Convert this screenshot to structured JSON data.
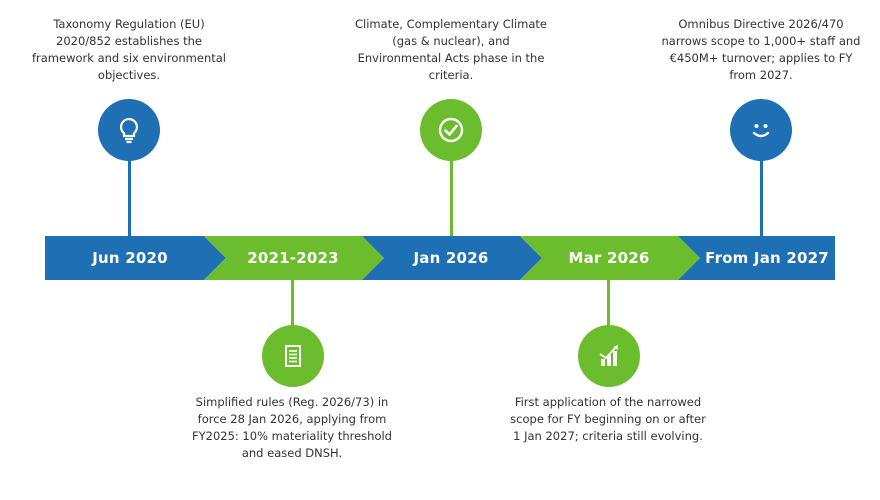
{
  "colors": {
    "blue": "#1f6fb5",
    "green": "#6cbd2e"
  },
  "milestones": [
    {
      "label": "Jun 2020",
      "position": "top",
      "icon": "lightbulb-icon",
      "text": "Taxonomy Regulation (EU) 2020/852 establishes the framework and six environmental objectives."
    },
    {
      "label": "2021-2023",
      "position": "bottom",
      "icon": "document-icon",
      "text": "Simplified rules (Reg. 2026/73) in force 28 Jan 2026, applying from FY2025: 10% materiality threshold and eased DNSH."
    },
    {
      "label": "Jan 2026",
      "position": "top",
      "icon": "checkmark-icon",
      "text": "Climate, Complementary Climate (gas & nuclear), and Environmental Acts phase in the criteria."
    },
    {
      "label": "Mar 2026",
      "position": "bottom",
      "icon": "growth-chart-icon",
      "text": "First application of the narrowed scope for FY beginning on or after 1 Jan 2027; criteria still evolving."
    },
    {
      "label": "From Jan 2027",
      "position": "top",
      "icon": "smiley-icon",
      "text": "Omnibus Directive 2026/470 narrows scope to 1,000+ staff and €450M+ turnover; applies to FY from 2027."
    }
  ]
}
